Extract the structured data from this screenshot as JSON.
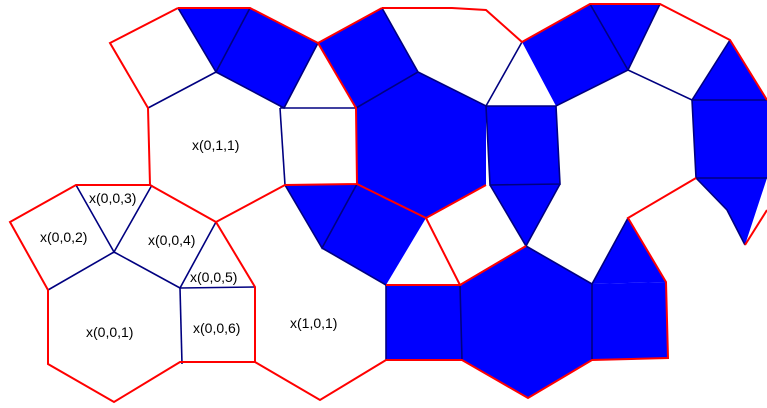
{
  "colors": {
    "background": "#ffffff",
    "filled_tile": "#0000ff",
    "boundary_edge": "#ff0000",
    "interior_edge": "#000080"
  },
  "labels": {
    "x011": "x(0,1,1)",
    "x003": "x(0,0,3)",
    "x002": "x(0,0,2)",
    "x004": "x(0,0,4)",
    "x005": "x(0,0,5)",
    "x001": "x(0,0,1)",
    "x006": "x(0,0,6)",
    "x101": "x(1,0,1)"
  }
}
